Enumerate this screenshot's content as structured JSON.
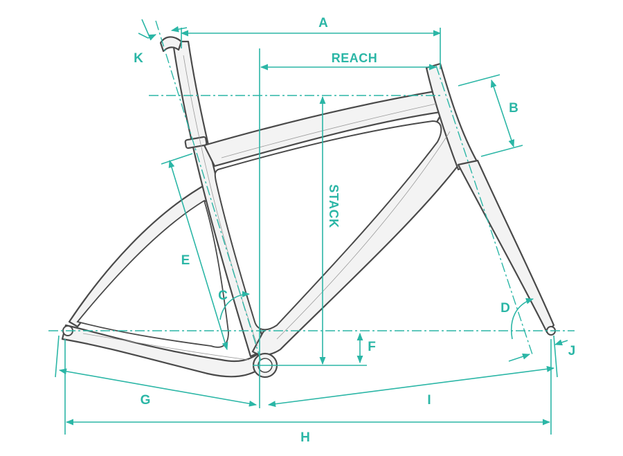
{
  "labels": {
    "a": "A",
    "reach": "REACH",
    "b": "B",
    "k": "K",
    "stack": "STACK",
    "e": "E",
    "c": "C",
    "d": "D",
    "f": "F",
    "j": "J",
    "g": "G",
    "i": "I",
    "h": "H"
  },
  "colors": {
    "dimension": "#2bb6a6",
    "frame_line": "#4a4a4a",
    "frame_fill": "#f3f3f3"
  }
}
